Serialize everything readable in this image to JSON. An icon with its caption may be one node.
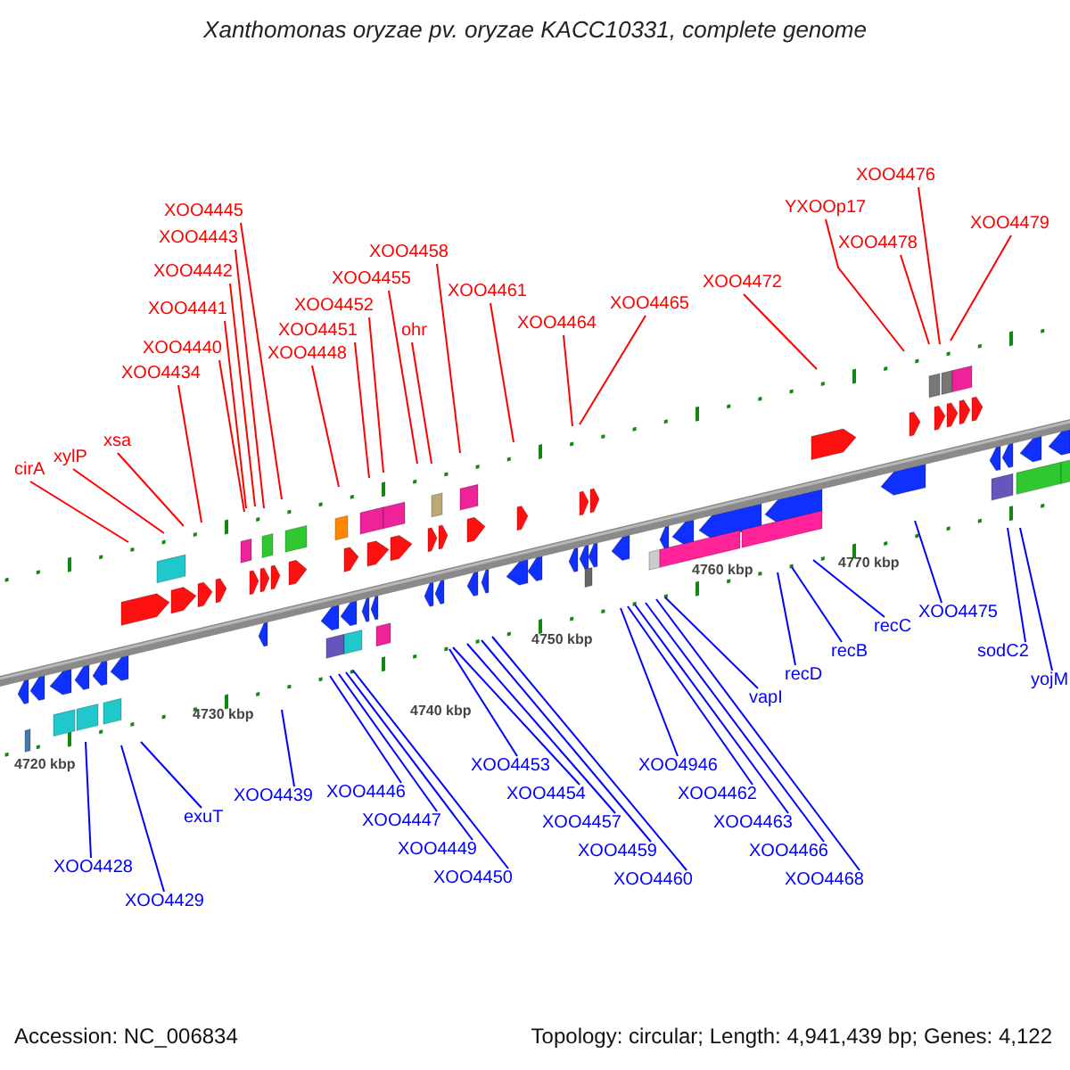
{
  "diagram": {
    "title": "Xanthomonas oryzae pv. oryzae KACC10331, complete genome",
    "nodes": [
      {
        "text": [
          "XOO4445"
        ]
      },
      {
        "text": [
          "XOO4443"
        ]
      },
      {
        "text": [
          "XOO4442"
        ]
      },
      {
        "text": [
          "XOO4441"
        ]
      },
      {
        "text": [
          "XOO4440"
        ]
      },
      {
        "text": [
          "XOO4434"
        ]
      },
      {
        "text": [
          "xsa"
        ]
      },
      {
        "text": [
          "xylP"
        ]
      },
      {
        "text": [
          "cirA"
        ]
      },
      {
        "text": [
          "XOO4448"
        ]
      },
      {
        "text": [
          "XOO4451"
        ]
      },
      {
        "text": [
          "XOO4452"
        ]
      },
      {
        "text": [
          "ohr"
        ]
      },
      {
        "text": [
          "XOO4455"
        ]
      },
      {
        "text": [
          "XOO4458"
        ]
      },
      {
        "text": [
          "XOO4461"
        ]
      },
      {
        "text": [
          "XOO4464"
        ]
      },
      {
        "text": [
          "XOO4465"
        ]
      },
      {
        "text": [
          "XOO4472"
        ]
      },
      {
        "text": [
          "YXOOp17"
        ]
      },
      {
        "text": [
          "XOO4476"
        ]
      },
      {
        "text": [
          "XOO4478"
        ]
      },
      {
        "text": [
          "XOO4479"
        ]
      },
      {
        "text": [
          "XOO4428"
        ]
      },
      {
        "text": [
          "XOO4429"
        ]
      },
      {
        "text": [
          "exuT"
        ]
      },
      {
        "text": [
          "XOO4439"
        ]
      },
      {
        "text": [
          "XOO4446"
        ]
      },
      {
        "text": [
          "XOO4447"
        ]
      },
      {
        "text": [
          "XOO4449"
        ]
      },
      {
        "text": [
          "XOO4450"
        ]
      },
      {
        "text": [
          "XOO4453"
        ]
      },
      {
        "text": [
          "XOO4454"
        ]
      },
      {
        "text": [
          "XOO4457"
        ]
      },
      {
        "text": [
          "XOO4459"
        ]
      },
      {
        "text": [
          "XOO4460"
        ]
      },
      {
        "text": [
          "XOO4946"
        ]
      },
      {
        "text": [
          "XOO4462"
        ]
      },
      {
        "text": [
          "XOO4463"
        ]
      },
      {
        "text": [
          "XOO4466"
        ]
      },
      {
        "text": [
          "XOO4468"
        ]
      },
      {
        "text": [
          "vapI"
        ]
      },
      {
        "text": [
          "recD"
        ]
      },
      {
        "text": [
          "recB"
        ]
      },
      {
        "text": [
          "recC"
        ]
      },
      {
        "text": [
          "XOO4475"
        ]
      },
      {
        "text": [
          "sodC2"
        ]
      },
      {
        "text": [
          "yojM"
        ]
      }
    ],
    "edges": [
      {
        "from": 0,
        "to": null,
        "arrow": "none",
        "color": "#ff0000"
      },
      {
        "from": 1,
        "to": null,
        "arrow": "none",
        "color": "#ff0000"
      },
      {
        "from": 2,
        "to": null,
        "arrow": "none",
        "color": "#ff0000"
      },
      {
        "from": 3,
        "to": null,
        "arrow": "none",
        "color": "#ff0000"
      },
      {
        "from": 4,
        "to": null,
        "arrow": "none",
        "color": "#ff0000"
      },
      {
        "from": 5,
        "to": null,
        "arrow": "none",
        "color": "#ff0000"
      },
      {
        "from": 6,
        "to": null,
        "arrow": "none",
        "color": "#ff0000"
      },
      {
        "from": 7,
        "to": null,
        "arrow": "none",
        "color": "#ff0000"
      },
      {
        "from": 8,
        "to": null,
        "arrow": "none",
        "color": "#ff0000"
      },
      {
        "from": 9,
        "to": null,
        "arrow": "none",
        "color": "#ff0000"
      },
      {
        "from": 10,
        "to": null,
        "arrow": "none",
        "color": "#ff0000"
      },
      {
        "from": 11,
        "to": null,
        "arrow": "none",
        "color": "#ff0000"
      },
      {
        "from": 12,
        "to": null,
        "arrow": "none",
        "color": "#ff0000"
      },
      {
        "from": 13,
        "to": null,
        "arrow": "none",
        "color": "#ff0000"
      },
      {
        "from": 14,
        "to": null,
        "arrow": "none",
        "color": "#ff0000"
      },
      {
        "from": 15,
        "to": null,
        "arrow": "none",
        "color": "#ff0000"
      },
      {
        "from": 16,
        "to": null,
        "arrow": "none",
        "color": "#ff0000"
      },
      {
        "from": 17,
        "to": null,
        "arrow": "none",
        "color": "#ff0000"
      },
      {
        "from": 18,
        "to": null,
        "arrow": "none",
        "color": "#ff0000"
      },
      {
        "from": 19,
        "to": null,
        "arrow": "none",
        "color": "#ff0000"
      },
      {
        "from": 20,
        "to": null,
        "arrow": "none",
        "color": "#ff0000"
      },
      {
        "from": 21,
        "to": null,
        "arrow": "none",
        "color": "#ff0000"
      },
      {
        "from": 22,
        "to": null,
        "arrow": "none",
        "color": "#ff0000"
      },
      {
        "from": 23,
        "to": null,
        "arrow": "none"
      },
      {
        "from": 24,
        "to": null,
        "arrow": "none"
      },
      {
        "from": 25,
        "to": null,
        "arrow": "none"
      },
      {
        "from": 26,
        "to": null,
        "arrow": "none"
      },
      {
        "from": 27,
        "to": null,
        "arrow": "none"
      },
      {
        "from": 28,
        "to": null,
        "arrow": "none"
      },
      {
        "from": 29,
        "to": null,
        "arrow": "none"
      },
      {
        "from": 30,
        "to": null,
        "arrow": "none"
      },
      {
        "from": 31,
        "to": null,
        "arrow": "none"
      },
      {
        "from": 32,
        "to": null,
        "arrow": "none"
      },
      {
        "from": 33,
        "to": null,
        "arrow": "none"
      },
      {
        "from": 34,
        "to": null,
        "arrow": "none"
      },
      {
        "from": 35,
        "to": null,
        "arrow": "none"
      },
      {
        "from": 36,
        "to": null,
        "arrow": "none"
      },
      {
        "from": 37,
        "to": null,
        "arrow": "none"
      },
      {
        "from": 38,
        "to": null,
        "arrow": "none"
      },
      {
        "from": 39,
        "to": null,
        "arrow": "none"
      },
      {
        "from": 40,
        "to": null,
        "arrow": "none"
      },
      {
        "from": 41,
        "to": null,
        "arrow": "none"
      },
      {
        "from": 42,
        "to": null,
        "arrow": "none"
      },
      {
        "from": 43,
        "to": null,
        "arrow": "none"
      },
      {
        "from": 44,
        "to": null,
        "arrow": "none"
      },
      {
        "from": 45,
        "to": null,
        "arrow": "none"
      },
      {
        "from": 46,
        "to": null,
        "arrow": "none"
      },
      {
        "from": 47,
        "to": null,
        "arrow": "none"
      }
    ],
    "labels": [
      "4720 kbp",
      "4730 kbp",
      "4740 kbp",
      "4750 kbp",
      "4760 kbp",
      "4770 kbp",
      "Accession: NC_006834",
      "Topology: circular; Length: 4,941,439 bp; Genes: 4,122"
    ]
  }
}
